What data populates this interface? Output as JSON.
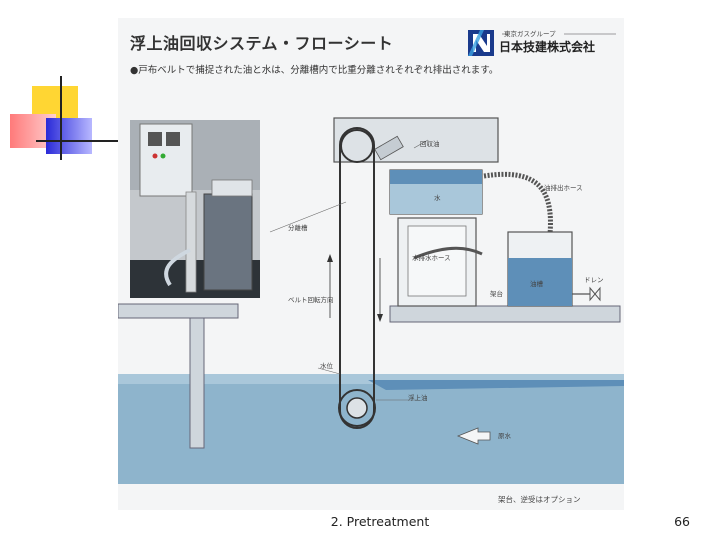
{
  "slide": {
    "title": "浮上油回収システム・フローシート",
    "description": "●戸布ベルトで捕捉された油と水は、分離槽内で比重分離されそれぞれ排出されます。",
    "company_group": "東京ガスグループ",
    "company_name": "日本技建株式会社",
    "footnote": "架台、逆受はオプション",
    "footer_label": "2. Pretreatment",
    "page_number": "66"
  },
  "labels": {
    "recovered_oil": "回収油",
    "oil_drain_hose": "油排出ホース",
    "water": "水",
    "separation_tank": "分離槽",
    "water_drain_hose": "水排水ホース",
    "drain": "ドレン",
    "oil_tank": "油槽",
    "stand": "架台",
    "belt_direction": "ベルト回転方向",
    "water_level": "水位",
    "floating_oil": "浮上油",
    "raw_water": "原水"
  },
  "colors": {
    "water": "#8eb4cc",
    "oil": "#5e8fb8",
    "panel": "#cfd6dc"
  }
}
